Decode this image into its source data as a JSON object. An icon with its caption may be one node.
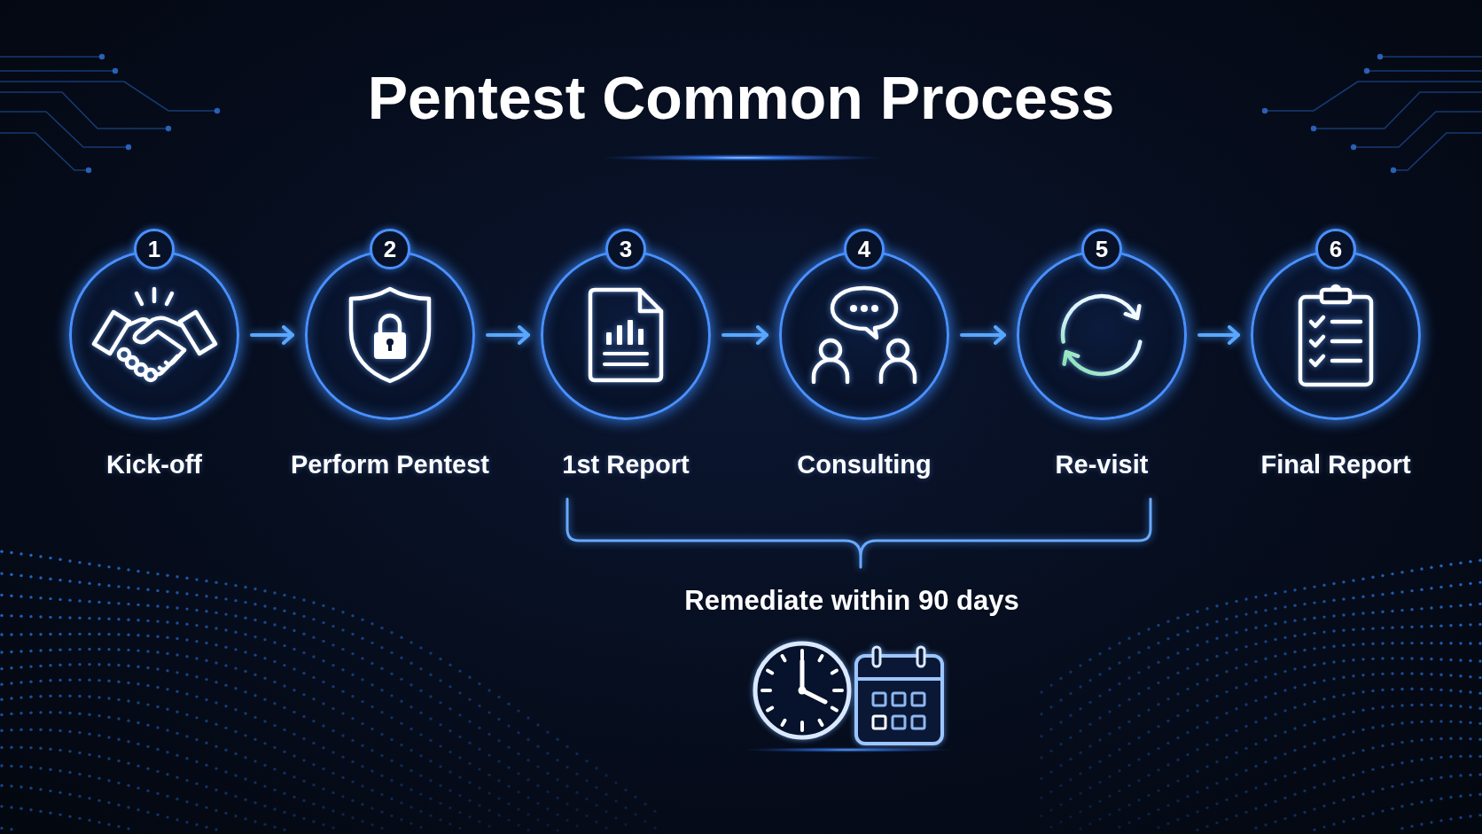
{
  "diagram": {
    "title": "Pentest Common Process",
    "nodes": [
      {
        "text": [
          "1",
          "Kick-off"
        ]
      },
      {
        "text": [
          "2",
          "Perform Pentest"
        ]
      },
      {
        "text": [
          "3",
          "1st Report"
        ]
      },
      {
        "text": [
          "4",
          "Consulting"
        ]
      },
      {
        "text": [
          "5",
          "Re-visit"
        ]
      },
      {
        "text": [
          "6",
          "Final Report"
        ]
      }
    ],
    "edges": [
      {
        "from": 0,
        "to": 1,
        "arrow": "to"
      },
      {
        "from": 1,
        "to": 2,
        "arrow": "to"
      },
      {
        "from": 2,
        "to": 3,
        "arrow": "to"
      },
      {
        "from": 3,
        "to": 4,
        "arrow": "to"
      },
      {
        "from": 4,
        "to": 5,
        "arrow": "to"
      }
    ],
    "labels": [
      "Remediate within 90 days"
    ]
  }
}
